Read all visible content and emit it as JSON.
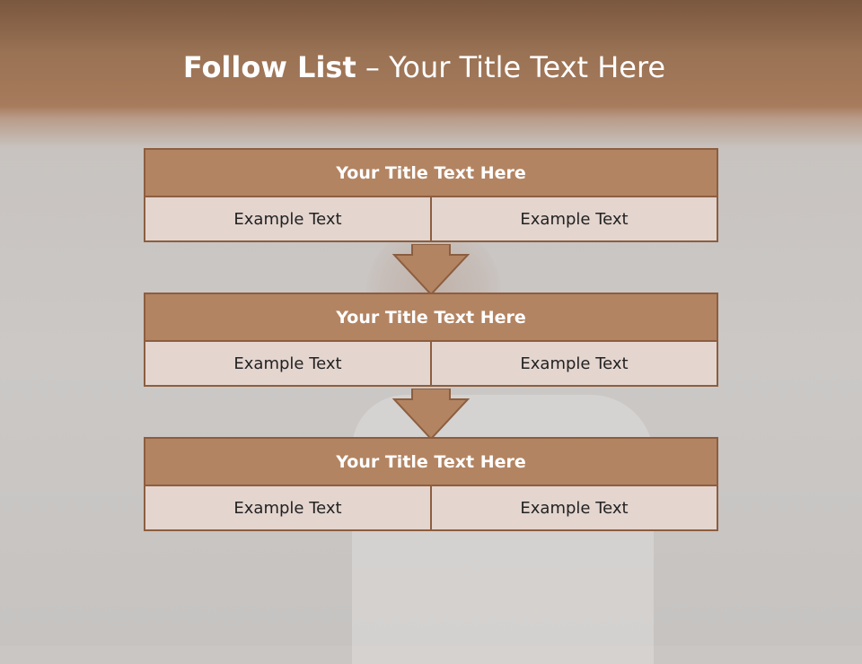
{
  "title": {
    "bold": "Follow List",
    "rest": " – Your Title Text Here"
  },
  "blocks": [
    {
      "title": "Your Title Text Here",
      "cells": [
        "Example Text",
        "Example Text"
      ]
    },
    {
      "title": "Your Title Text Here",
      "cells": [
        "Example Text",
        "Example Text"
      ]
    },
    {
      "title": "Your Title Text Here",
      "cells": [
        "Example Text",
        "Example Text"
      ]
    }
  ],
  "colors": {
    "accent": "#b38462",
    "border": "#8c5e40",
    "cell": "#e4d5cf"
  }
}
